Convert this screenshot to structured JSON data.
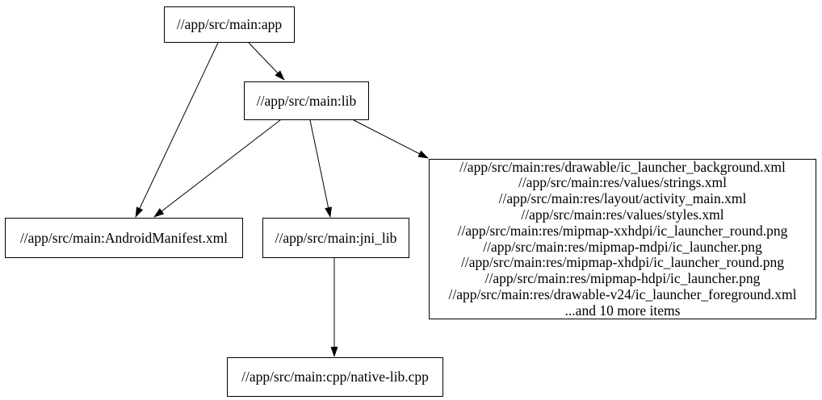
{
  "diagram": {
    "kind": "build-dependency-graph",
    "background_color": "#ffffff",
    "node_fill_color": "#ffffff",
    "node_border_color": "#000000",
    "edge_color": "#000000",
    "text_color": "#000000"
  },
  "nodes": {
    "app": {
      "label": "//app/src/main:app"
    },
    "lib": {
      "label": "//app/src/main:lib"
    },
    "manifest": {
      "label": "//app/src/main:AndroidManifest.xml"
    },
    "jni_lib": {
      "label": "//app/src/main:jni_lib"
    },
    "res_group": {
      "lines": [
        "//app/src/main:res/drawable/ic_launcher_background.xml",
        "//app/src/main:res/values/strings.xml",
        "//app/src/main:res/layout/activity_main.xml",
        "//app/src/main:res/values/styles.xml",
        "//app/src/main:res/mipmap-xxhdpi/ic_launcher_round.png",
        "//app/src/main:res/mipmap-mdpi/ic_launcher.png",
        "//app/src/main:res/mipmap-xhdpi/ic_launcher_round.png",
        "//app/src/main:res/mipmap-hdpi/ic_launcher.png",
        "//app/src/main:res/drawable-v24/ic_launcher_foreground.xml",
        "...and 10 more items"
      ]
    },
    "native_lib": {
      "label": "//app/src/main:cpp/native-lib.cpp"
    }
  },
  "edges": [
    {
      "from": "//app/src/main:app",
      "to": "//app/src/main:lib"
    },
    {
      "from": "//app/src/main:app",
      "to": "//app/src/main:AndroidManifest.xml"
    },
    {
      "from": "//app/src/main:lib",
      "to": "//app/src/main:AndroidManifest.xml"
    },
    {
      "from": "//app/src/main:lib",
      "to": "//app/src/main:jni_lib"
    },
    {
      "from": "//app/src/main:lib",
      "to": "res-group-node"
    },
    {
      "from": "//app/src/main:jni_lib",
      "to": "//app/src/main:cpp/native-lib.cpp"
    }
  ]
}
